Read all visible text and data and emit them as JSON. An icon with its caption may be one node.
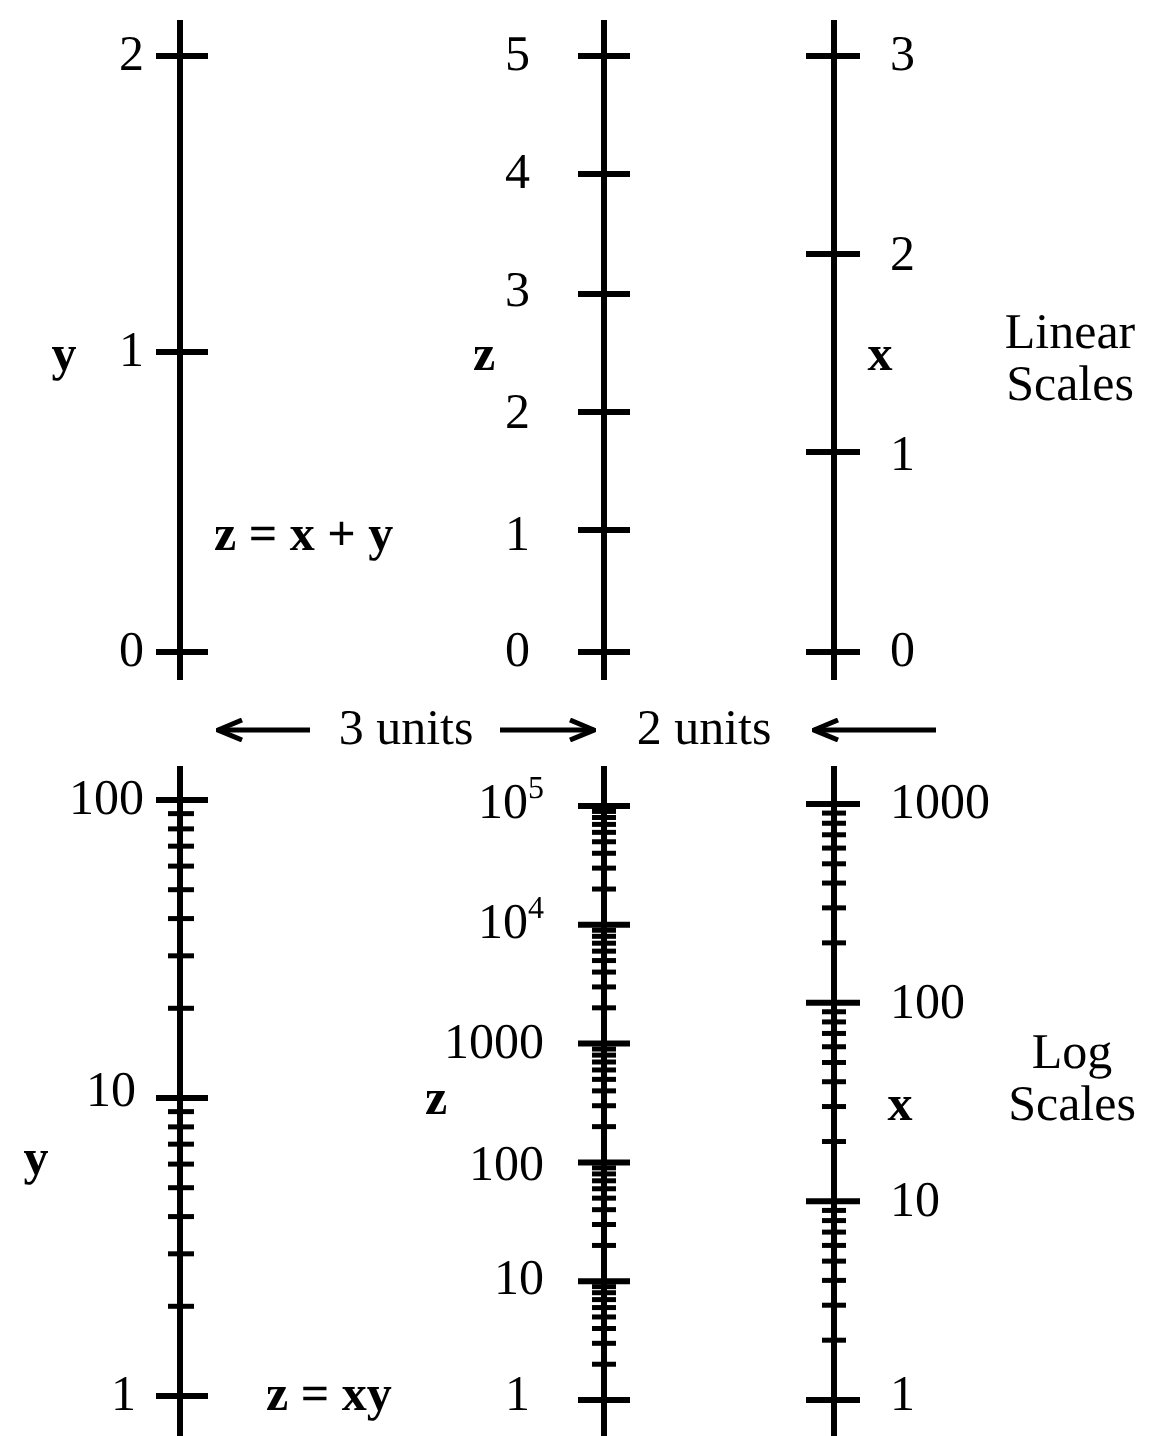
{
  "diagram": {
    "labels": [
      "2",
      "5",
      "3",
      "4",
      "2",
      "3",
      "y",
      "1",
      "z",
      "x",
      "Linear Scales",
      "2",
      "1",
      "z = x + y",
      "1",
      "0",
      "0",
      "0",
      "3 units",
      "2 units",
      "100",
      "10$^{5}$",
      "1000",
      "10$^{4}$",
      "100",
      "1000",
      "Log Scales",
      "10",
      "z",
      "x",
      "y",
      "100",
      "10",
      "10",
      "1",
      "z = xy",
      "1",
      "1"
    ]
  }
}
